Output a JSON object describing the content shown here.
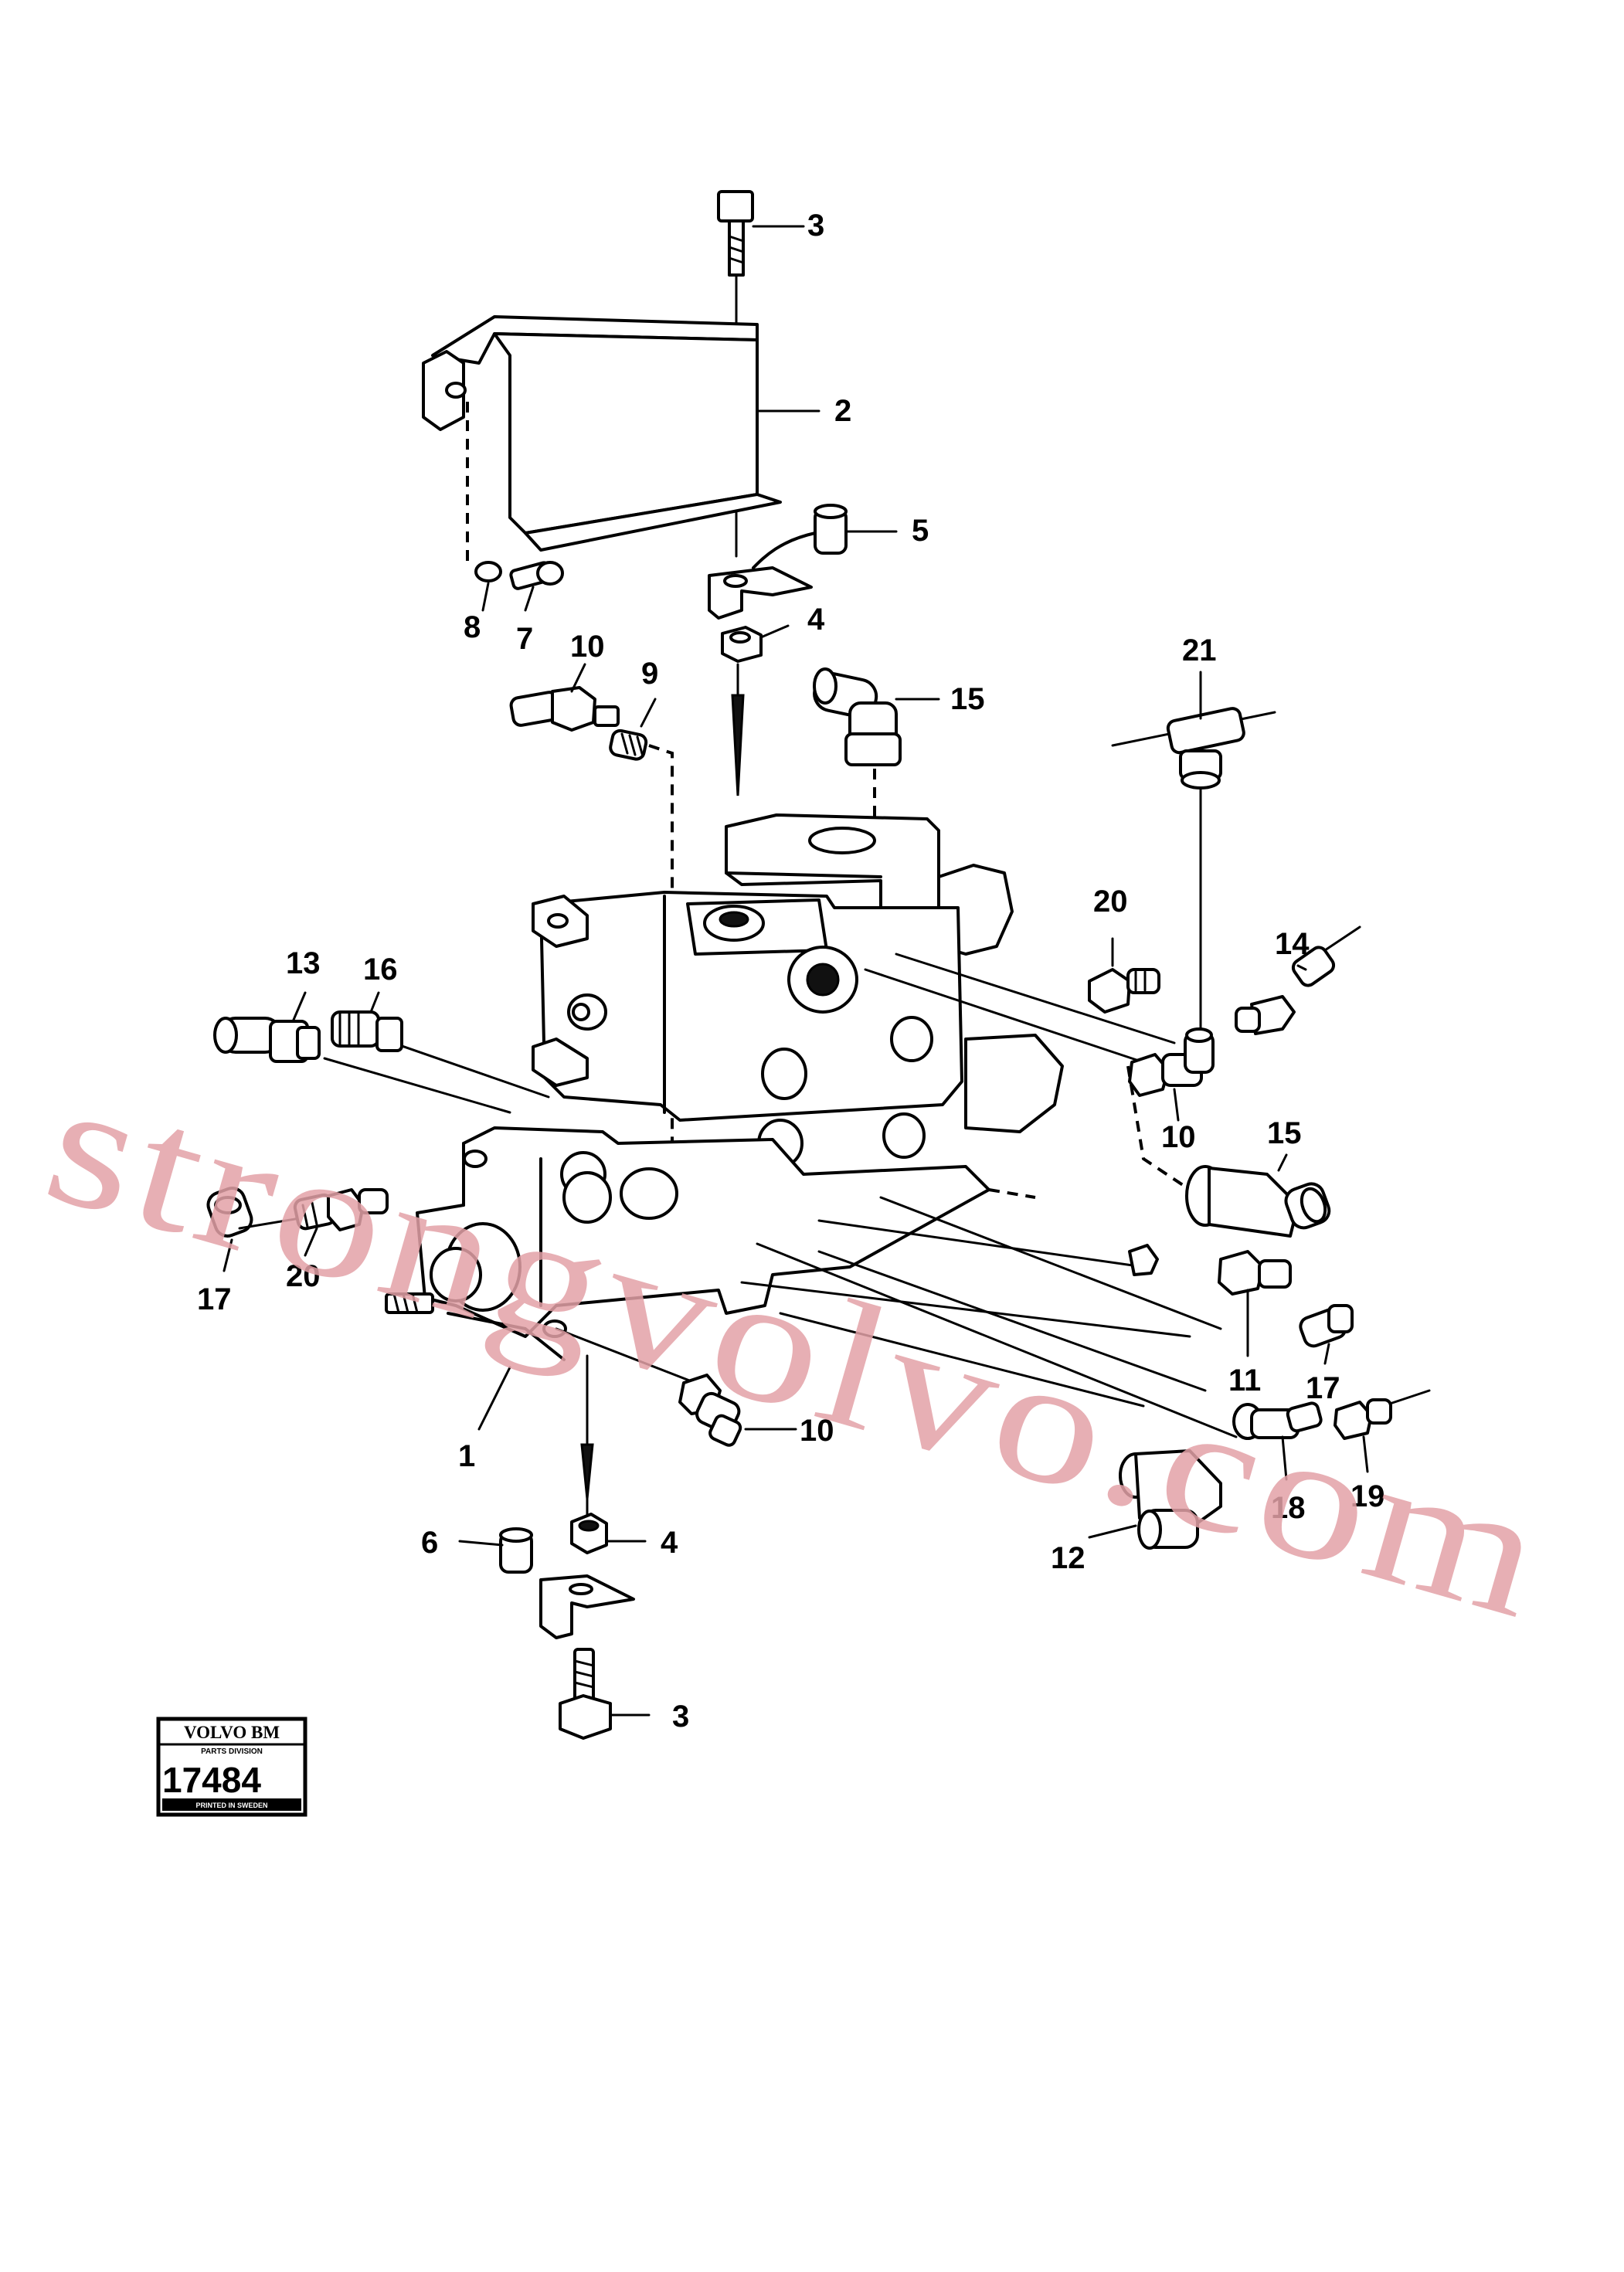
{
  "watermark": "strongvolvo.com",
  "badge": {
    "brand": "VOLVO BM",
    "division": "PARTS DIVISION",
    "number": "17484",
    "footer": "PRINTED IN SWEDEN"
  },
  "callouts": [
    "1",
    "2",
    "3",
    "3",
    "4",
    "4",
    "5",
    "6",
    "7",
    "8",
    "9",
    "10",
    "10",
    "10",
    "11",
    "12",
    "13",
    "14",
    "15",
    "15",
    "16",
    "17",
    "17",
    "18",
    "19",
    "20",
    "20",
    "21"
  ]
}
